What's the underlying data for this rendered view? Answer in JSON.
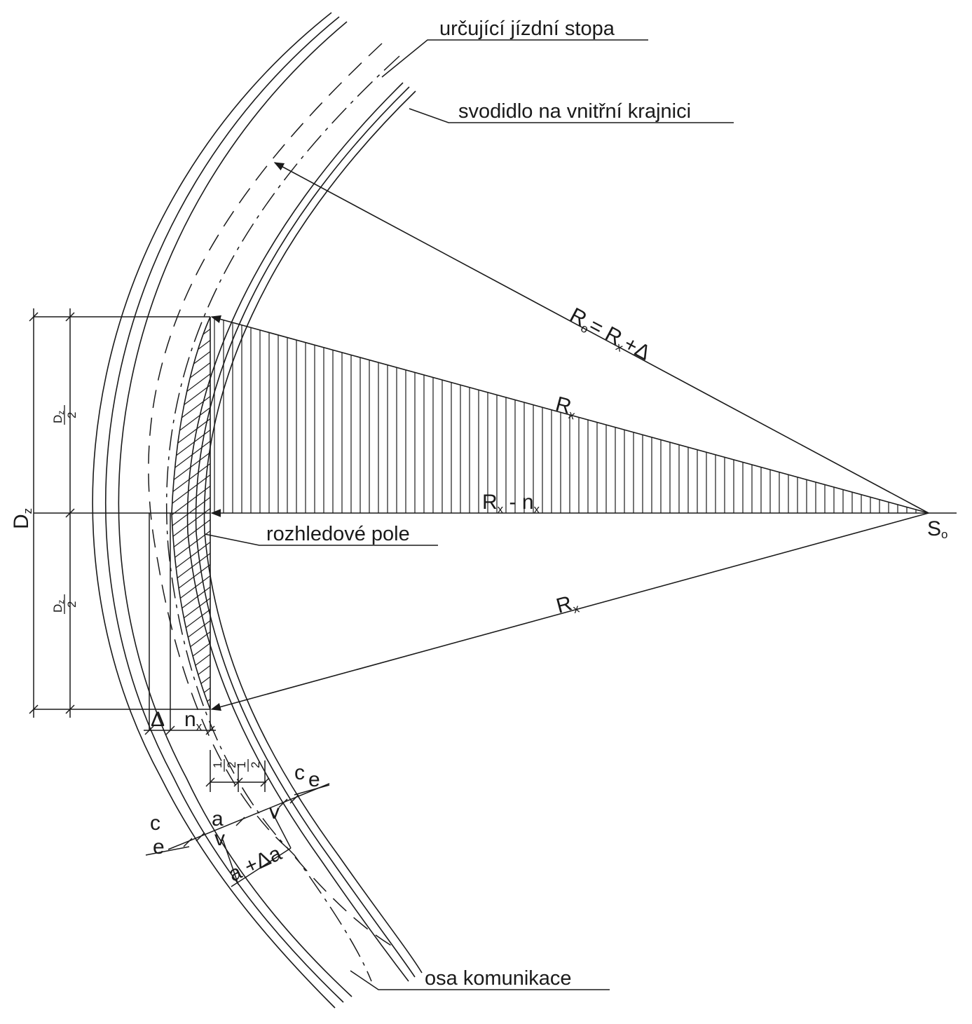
{
  "colors": {
    "ink": "#1a1a1a",
    "paper": "#ffffff"
  },
  "labels": {
    "wheel_track": "určující jízdní stopa",
    "guardrail": "svodidlo na vnitřní krajnici",
    "sight_field": "rozhledové pole",
    "road_axis": "osa komunikace",
    "center": "S",
    "center_sub": "o"
  },
  "radii": {
    "ro": {
      "R": "R",
      "o": "o",
      "eq": "= ",
      "R2": "R",
      "x": "x",
      "plus": "+",
      "delta": "Δ"
    },
    "rx_upper": {
      "R": "R",
      "x": "x"
    },
    "rx_lower": {
      "R": "R",
      "x": "x"
    },
    "rx_minus_nx": {
      "R": "R",
      "x": "x",
      "minus": " -  ",
      "n": "n",
      "x2": "x"
    }
  },
  "dims": {
    "dz": {
      "D": "D",
      "z": "z"
    },
    "dz_half": {
      "D": "D",
      "z": "z",
      "two": "2"
    },
    "delta": "Δ",
    "nx": {
      "n": "n",
      "x": "x"
    },
    "half": {
      "one": "1",
      "two": "2"
    },
    "a": "a",
    "v": "v",
    "c": "c",
    "e": "e",
    "a_plus_delta_a": "a +Δa"
  }
}
